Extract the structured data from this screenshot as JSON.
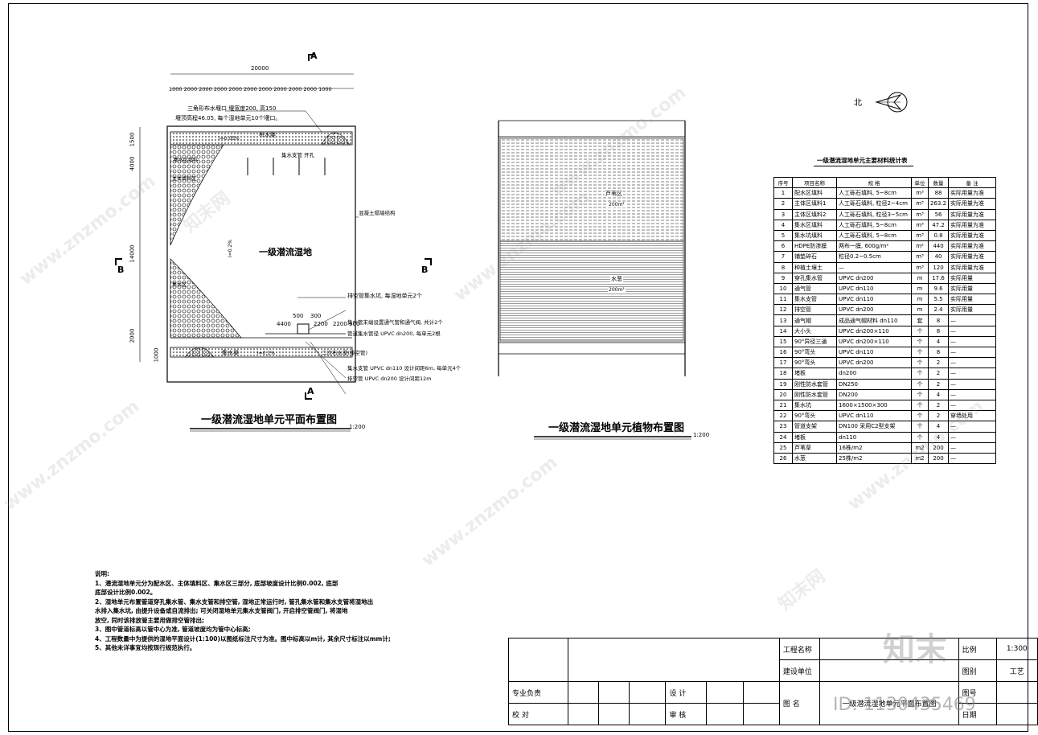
{
  "plan": {
    "title": "一级潜流湿地单元平面布置图",
    "scale": "1:200",
    "section_a_top": "A",
    "section_a_bottom": "A",
    "section_b_left": "B",
    "section_b_right": "B",
    "overall_width": "20000",
    "segment_dims": "1000 2000 2000 2000 2000 2000 2000 2000 2000 2000 1000",
    "vertical_dims": [
      "1500",
      "4000",
      "14000",
      "2000",
      "1000"
    ],
    "note_inlet_1": "三角形布水堰口 堰宽度200, 高150",
    "note_inlet_2": "堰顶高程46.05, 每个湿地单元10个堰口。",
    "label_distribution_channel": "布水渠",
    "label_slope_top": "i=0.05%",
    "label_water_collect": "集水区填料",
    "label_main_filter": "主体填料区",
    "label_outlet_pipe": "集水支管 开孔",
    "label_wall": "混凝土隔墙结构",
    "label_wetland": "一级潜流湿地",
    "label_slope_mid": "i=0.2%",
    "label_collect_zone": "集水区",
    "note_valve": "排空管集水坑, 每湿地单元2个",
    "note_collect_pipe": "集水管末端设置通气管和通气阀, 共计2个",
    "note_collect_main": "管道集水管径 UPVC dn200, 每单元2根",
    "dim_500": "500",
    "dim_300": "300",
    "dim_4400": "4400",
    "dim_2200": "2200",
    "dim_2200_300": "2200 300",
    "label_collect_channel": "集水渠",
    "label_slope_bottom": "i=0.1%",
    "label_secondary": "二次布水渠(排空管)",
    "note_vent_pipe": "集水支管 UPVC dn110 设计间距6m, 每单元4个",
    "note_drain_pipe": "排空管 UPVC dn200 设计间距12m"
  },
  "planting": {
    "title": "一级潜流湿地单元植物布置图",
    "scale": "1:200",
    "zone1_name": "芦苇区",
    "zone1_area": "200m²",
    "zone2_name": "水葱",
    "zone2_area": "200m²"
  },
  "north_label": "北",
  "materials": {
    "title": "一级潜流湿地单元主要材料统计表",
    "headers": [
      "序号",
      "项目名称",
      "规    格",
      "单位",
      "数量",
      "备    注"
    ],
    "rows": [
      [
        "1",
        "配水区填料",
        "人工砾石填料, 5~8cm",
        "m³",
        "88",
        "实际用量为准"
      ],
      [
        "2",
        "主体区填料1",
        "人工砾石填料, 粒径2~4cm",
        "m³",
        "263.2",
        "实际用量为准"
      ],
      [
        "3",
        "主体区填料2",
        "人工砾石填料, 粒径3~5cm",
        "m³",
        "56",
        "实际用量为准"
      ],
      [
        "4",
        "集水区填料",
        "人工砾石填料, 5~8cm",
        "m³",
        "47.2",
        "实际用量为准"
      ],
      [
        "5",
        "集水坑填料",
        "人工砾石填料, 5~8cm",
        "m³",
        "0.8",
        "实际用量为准"
      ],
      [
        "6",
        "HDPE防渗膜",
        "两布一膜, 600g/m²",
        "m²",
        "440",
        "实际用量为准"
      ],
      [
        "7",
        "铺垫碎石",
        "粒径0.2~0.5cm",
        "m³",
        "40",
        "实际用量为准"
      ],
      [
        "8",
        "种植土壤土",
        "—",
        "m³",
        "120",
        "实际用量为准"
      ],
      [
        "9",
        "穿孔集水管",
        "UPVC dn200",
        "m",
        "17.6",
        "实际用量"
      ],
      [
        "10",
        "通气管",
        "UPVC dn110",
        "m",
        "9.6",
        "实际用量"
      ],
      [
        "11",
        "集水支管",
        "UPVC dn110",
        "m",
        "5.5",
        "实际用量"
      ],
      [
        "12",
        "排空管",
        "UPVC dn200",
        "m",
        "2.4",
        "实际用量"
      ],
      [
        "13",
        "通气帽",
        "成品通气帽材料 dn110",
        "套",
        "8",
        "—"
      ],
      [
        "14",
        "大小头",
        "UPVC dn200×110",
        "个",
        "8",
        "—"
      ],
      [
        "15",
        "90°异径三通",
        "UPVC dn200×110",
        "个",
        "4",
        "—"
      ],
      [
        "16",
        "90°弯头",
        "UPVC dn110",
        "个",
        "8",
        "—"
      ],
      [
        "17",
        "90°弯头",
        "UPVC dn200",
        "个",
        "2",
        "—"
      ],
      [
        "18",
        "堵板",
        "dn200",
        "个",
        "2",
        "—"
      ],
      [
        "19",
        "刚性防水套管",
        "DN250",
        "个",
        "2",
        "—"
      ],
      [
        "20",
        "刚性防水套管",
        "DN200",
        "个",
        "4",
        "—"
      ],
      [
        "21",
        "集水坑",
        "1600×1500×300",
        "个",
        "2",
        "—"
      ],
      [
        "22",
        "90°弯头",
        "UPVC dn110",
        "个",
        "2",
        "穿墙处用"
      ],
      [
        "23",
        "管道支架",
        "DN100 采用C2型支架",
        "个",
        "4",
        "—"
      ],
      [
        "24",
        "堵板",
        "dn110",
        "个",
        "4",
        "—"
      ],
      [
        "25",
        "芦苇草",
        "16株/m2",
        "m2",
        "200",
        "—"
      ],
      [
        "26",
        "水葱",
        "25株/m2",
        "m2",
        "200",
        "—"
      ]
    ]
  },
  "notes": {
    "heading": "说明:",
    "lines": [
      "1、潜流湿地单元分为配水区、主体填料区、集水区三部分, 底部坡度设计比例0.002, 底部",
      "   底部设计比例0.002。",
      "2、湿地单元布置管道穿孔集水管、集水支管和排空管, 湿地正常运行时, 管孔集水管和集水支管将湿地出",
      "   水排入集水坑, 由提升设备或自流排出; 可关闭湿地单元集水支管阀门, 开启排空管阀门, 将湿地",
      "   放空, 同时该排放管主要用做排空管排出;",
      "3、图中管道标高以管中心为准, 管道坡度均为管中心标高;",
      "4、工程数量中为提供的湿地平面设计(1:100)以图纸标注尺寸为准。图中标高以m计, 其余尺寸标注以mm计;",
      "5、其他未详事宜均按现行规范执行。"
    ]
  },
  "title_block": {
    "project_name_label": "工程名称",
    "client_label": "建设单位",
    "specialty_label": "专业负责",
    "design_label": "设 计",
    "check_label": "校 对",
    "review_label": "审 核",
    "drawing_name_label": "图 名",
    "drawing_name": "一级潜流湿地单元平面布置图",
    "scale_label": "比例",
    "scale_value": "1:300",
    "category_label": "图别",
    "category_value": "工艺",
    "number_label": "图号",
    "date_label": "日期"
  },
  "watermarks": {
    "site": "www.znzmo.com",
    "brand": "知末网",
    "logo": "知末",
    "id": "ID: 1130435469"
  }
}
